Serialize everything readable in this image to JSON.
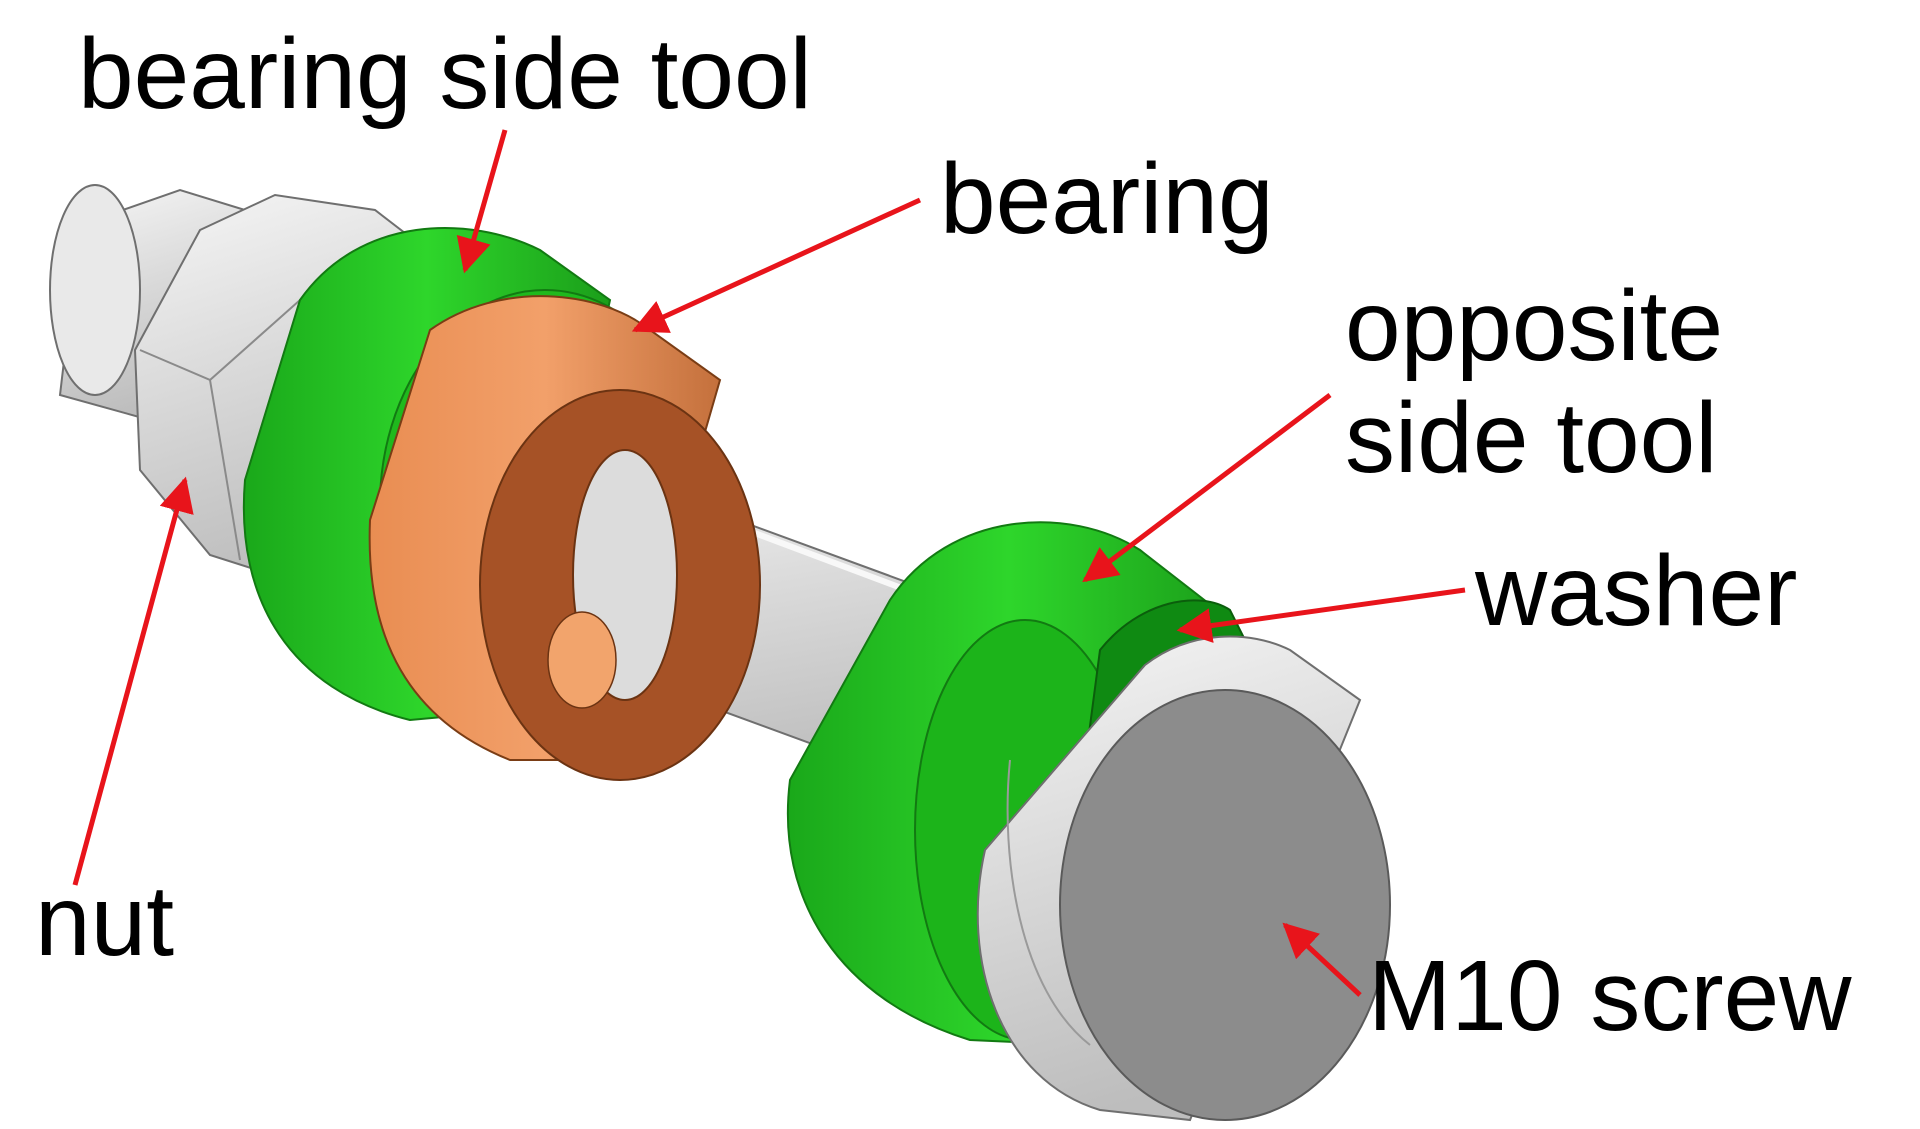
{
  "labels": {
    "bearing_side_tool": "bearing side tool",
    "bearing": "bearing",
    "opposite_side_tool": "opposite\nside tool",
    "washer": "washer",
    "nut": "nut",
    "m10_screw": "M10 screw"
  },
  "colors": {
    "tool_green": "#22c41e",
    "bearing_copper": "#d97a45",
    "steel": "#cfcfcf",
    "arrow_red": "#e8141b"
  }
}
